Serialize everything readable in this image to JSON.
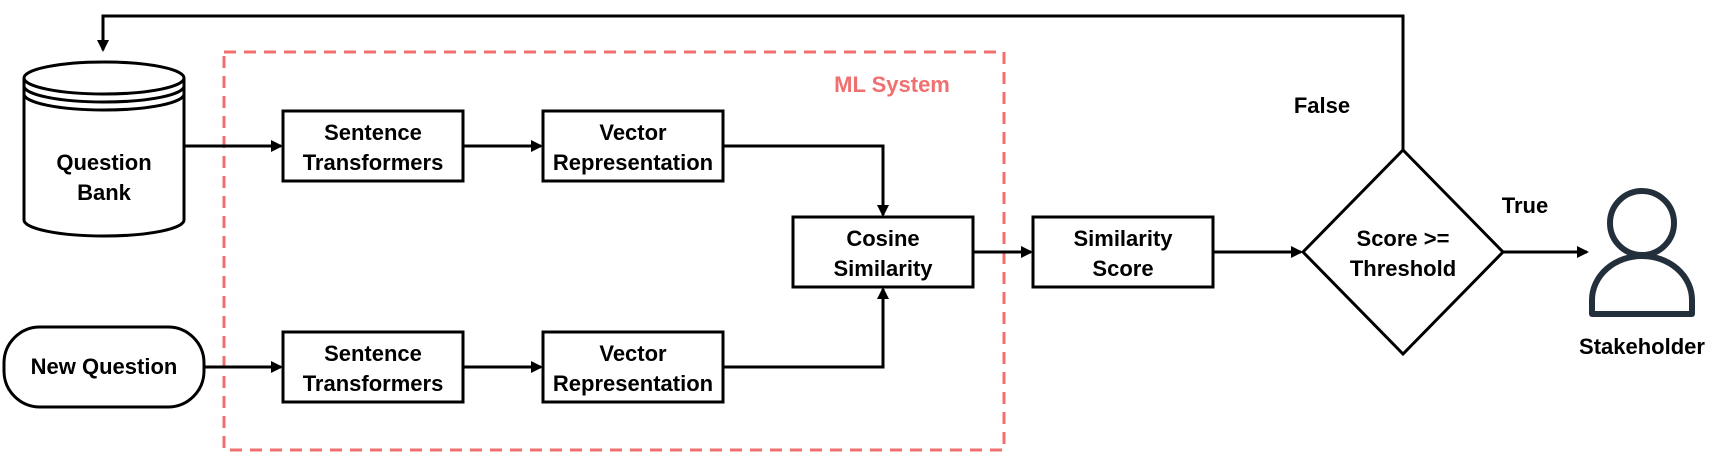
{
  "colors": {
    "stroke": "#000000",
    "system_border": "#f07070",
    "system_label": "#f07070",
    "person_icon": "#23303c"
  },
  "system": {
    "label": "ML System"
  },
  "nodes": {
    "question_bank": {
      "line1": "Question",
      "line2": "Bank"
    },
    "new_question": {
      "label": "New Question"
    },
    "top_transformer": {
      "line1": "Sentence",
      "line2": "Transformers"
    },
    "top_vector": {
      "line1": "Vector",
      "line2": "Representation"
    },
    "bottom_transformer": {
      "line1": "Sentence",
      "line2": "Transformers"
    },
    "bottom_vector": {
      "line1": "Vector",
      "line2": "Representation"
    },
    "cosine": {
      "line1": "Cosine",
      "line2": "Similarity"
    },
    "similarity_score": {
      "line1": "Similarity",
      "line2": "Score"
    },
    "decision": {
      "line1": "Score >=",
      "line2": "Threshold"
    },
    "stakeholder": {
      "label": "Stakeholder",
      "icon": "person-icon"
    }
  },
  "edges": {
    "false_label": "False",
    "true_label": "True"
  }
}
